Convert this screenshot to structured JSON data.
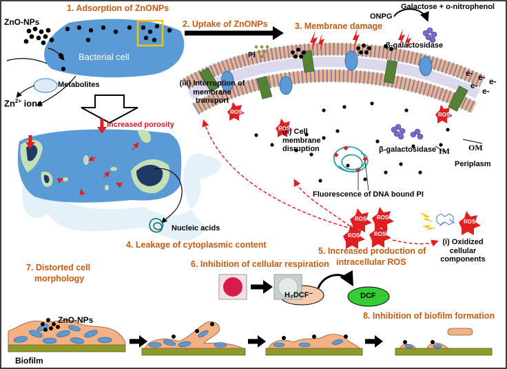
{
  "steps": {
    "s1": "1. Adsorption of ZnONPs",
    "s2": "2. Uptake of ZnONPs",
    "s3": "3. Membrane damage",
    "s4": "4. Leakage of cytoplasmic content",
    "s5a": "5. Increased production of",
    "s5b": "intracellular ROS",
    "s6": "6. Inhibition of cellular respiration",
    "s7a": "7. Distorted cell",
    "s7b": "morphology",
    "s8": "8. Inhibition of biofilm formation"
  },
  "labels": {
    "zno_nps": "ZnO-NPs",
    "zno_nps_biofilm": "ZnO-NPs",
    "bacterial_cell": "Bacterial cell",
    "metabolites": "Metabolites",
    "zn_ions_base": "Zn",
    "zn_ions_sup": "2+",
    "zn_ions_rest": " ions",
    "increased_porosity": "Increased porosity",
    "nucleic_acids": "Nucleic acids",
    "onpg": "ONPG",
    "galactose": "Galactose + o-nitrophenol",
    "beta_gal_top": "β-galactosidase",
    "beta_gal_mid": "β-galactosidase",
    "pi": "PI",
    "interruption": "(iii) Interruption of membrane transport",
    "cell_membrane": "(ii) Cell membrane disruption",
    "fluorescence": "Fluorescence of DNA bound PI",
    "periplasm": "Periplasm",
    "im": "IM",
    "om": "OM",
    "oxidized": "(i) Oxidized cellular components",
    "h2dcf": "H₂DCF⁻",
    "dcf": "DCF",
    "biofilm": "Biofilm",
    "ros": "ROS",
    "electrons": [
      "e-",
      "e-",
      "e-",
      "e-",
      "e-"
    ]
  },
  "colors": {
    "step_text": "#c55a11",
    "red_text": "#e0141c",
    "cell_blue": "#5b9bd5",
    "dark_blue": "#1f3864",
    "light_green": "#c5e0b4",
    "membrane_orange": "#f4b183",
    "transporter_green": "#548235",
    "ros_red": "#e02020",
    "biofilm_tan": "#f4b183",
    "biofilm_base": "#8f9a2a",
    "h2dcf_fill": "#f8cbad",
    "dcf_fill": "#33cc33"
  }
}
